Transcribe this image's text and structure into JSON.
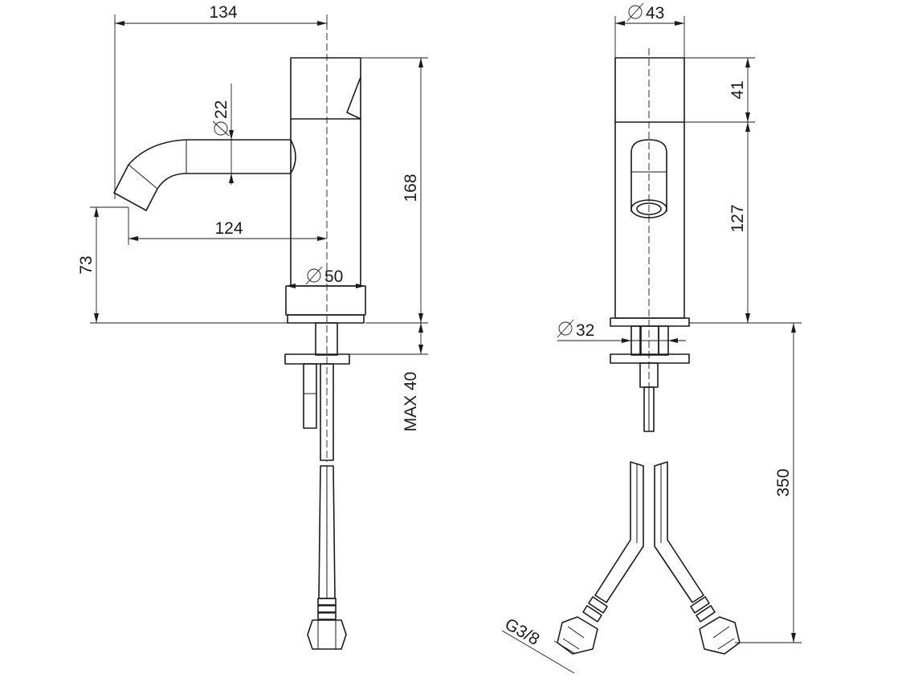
{
  "side_view": {
    "width_total": "134",
    "spout_diameter": "22",
    "spout_reach": "124",
    "spout_height": "73",
    "body_height": "168",
    "base_diameter": "50",
    "max_thickness": "MAX 40"
  },
  "front_view": {
    "body_diameter": "43",
    "top_height": "41",
    "lower_height": "127",
    "mount_diameter": "32",
    "hose_length": "350",
    "thread": "G3/8"
  }
}
